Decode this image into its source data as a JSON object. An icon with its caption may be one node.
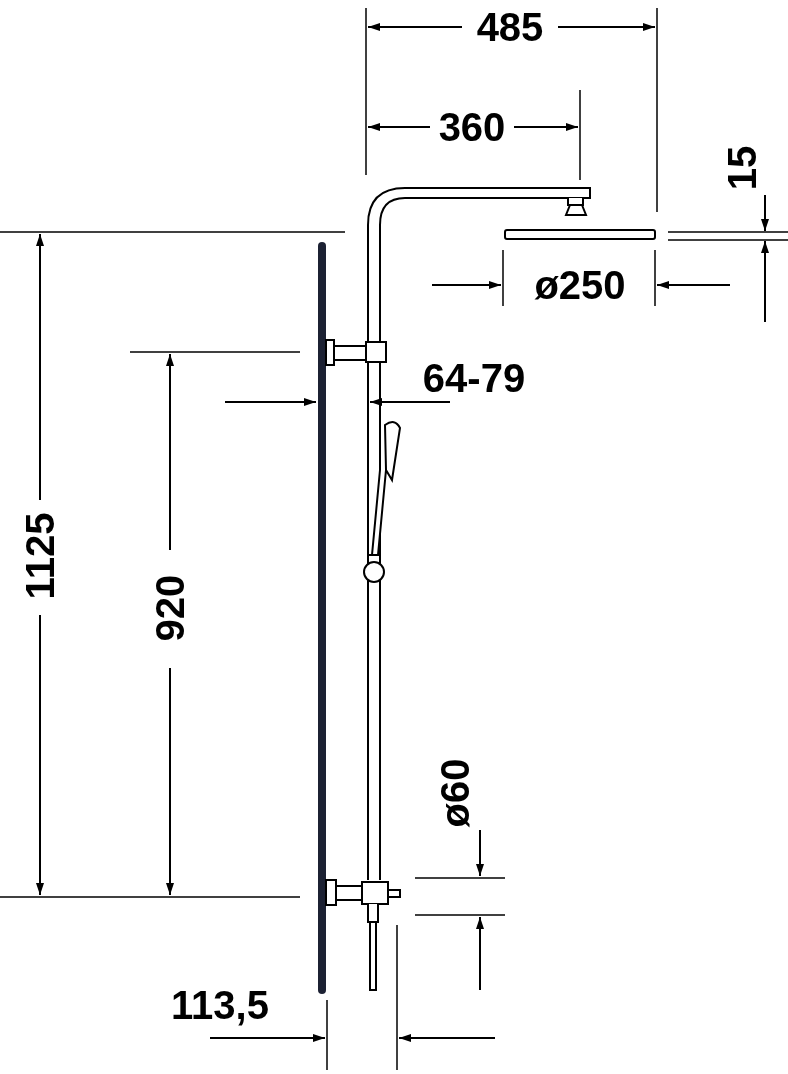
{
  "diagram": {
    "labels": [
      "485",
      "360",
      "15",
      "ø250",
      "64-79",
      "1125",
      "920",
      "ø60",
      "113,5"
    ]
  }
}
